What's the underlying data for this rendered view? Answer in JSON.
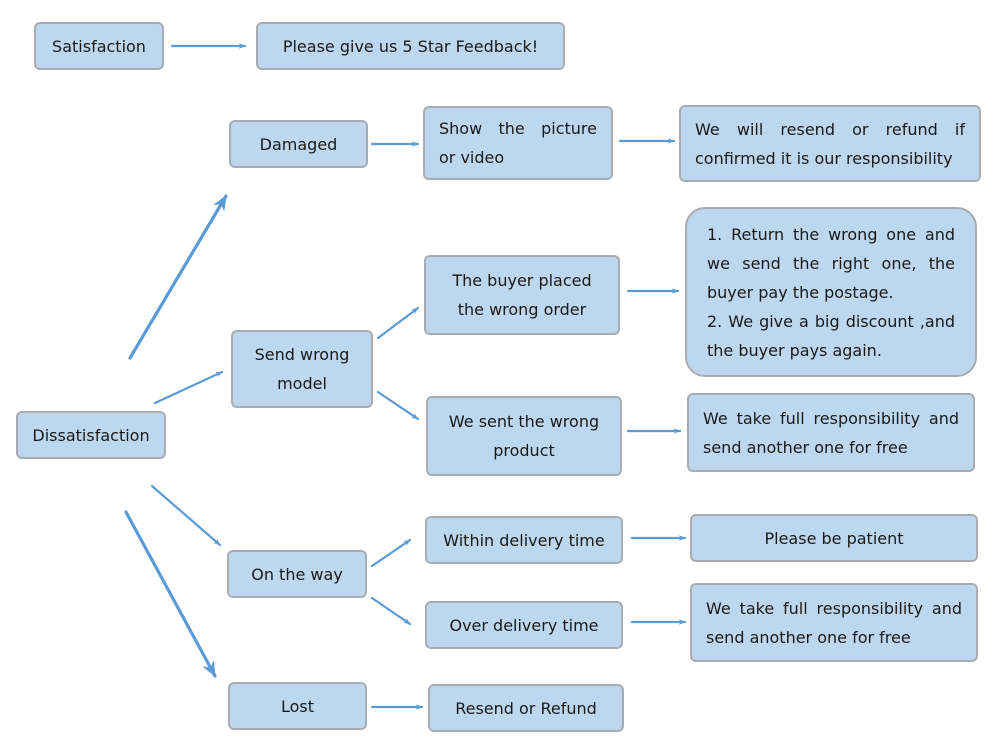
{
  "nodes": {
    "satisfaction": "Satisfaction",
    "five_star": "Please give us 5 Star Feedback!",
    "dissatisfaction": "Dissatisfaction",
    "damaged": "Damaged",
    "show_picture": [
      "Show the picture",
      "or video"
    ],
    "resend_refund_confirm": [
      "We will resend or refund if",
      "confirmed it is our responsibility"
    ],
    "send_wrong_model": [
      "Send wrong",
      "model"
    ],
    "buyer_placed_wrong": [
      "The buyer placed",
      "the wrong order"
    ],
    "return_wrong": [
      "1. Return the wrong one and",
      "we send the right one, the",
      "buyer pay the postage.",
      "2. We give a big discount ,and",
      "the buyer pays again."
    ],
    "we_sent_wrong": [
      "We sent the wrong",
      "product"
    ],
    "full_resp_1": [
      "We take full responsibility and",
      "send another one for free"
    ],
    "on_the_way": "On the way",
    "within_delivery": "Within delivery time",
    "be_patient": "Please be patient",
    "over_delivery": "Over delivery time",
    "full_resp_2": [
      "We take full responsibility and",
      "send another one for free"
    ],
    "lost": "Lost",
    "resend_or_refund": "Resend or Refund"
  },
  "colors": {
    "box_fill": "#bcd7ee",
    "box_border": "#a9adb3",
    "arrow": "#5a9bd5"
  }
}
